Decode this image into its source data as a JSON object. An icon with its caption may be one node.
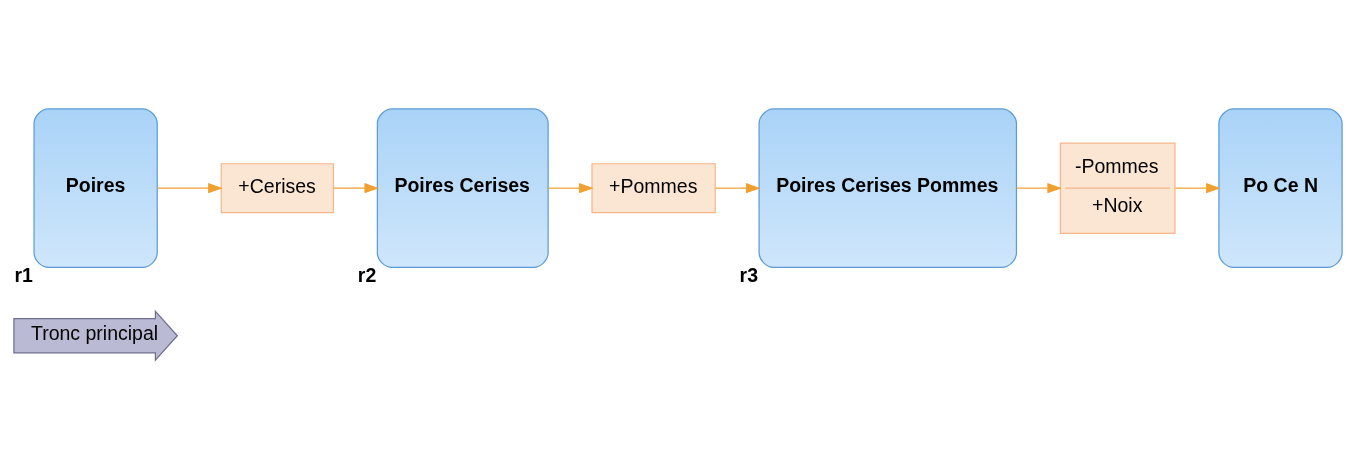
{
  "diagram": {
    "nodes": [
      {
        "text": [
          "Tronc principal"
        ]
      },
      {
        "text": [
          "Poires"
        ],
        "beside": [
          "r1"
        ]
      },
      {
        "text": [
          "+Cerises"
        ]
      },
      {
        "text": [
          "Poires Cerises"
        ],
        "beside": [
          "r2"
        ]
      },
      {
        "text": [
          "+Pommes"
        ]
      },
      {
        "text": [
          "Poires Cerises Pommes"
        ],
        "beside": [
          "r3"
        ]
      },
      {
        "text": [
          "-Pommes",
          "+Noix"
        ]
      },
      {
        "text": [
          "Po Ce N"
        ]
      }
    ],
    "edges": [
      {
        "from": 1,
        "to": 2,
        "arrow": "to"
      },
      {
        "from": 2,
        "to": 3,
        "arrow": "to"
      },
      {
        "from": 3,
        "to": 4,
        "arrow": "to"
      },
      {
        "from": 4,
        "to": 5,
        "arrow": "to"
      },
      {
        "from": 5,
        "to": 6,
        "arrow": "to"
      },
      {
        "from": 6,
        "to": 7,
        "arrow": "to"
      }
    ]
  }
}
